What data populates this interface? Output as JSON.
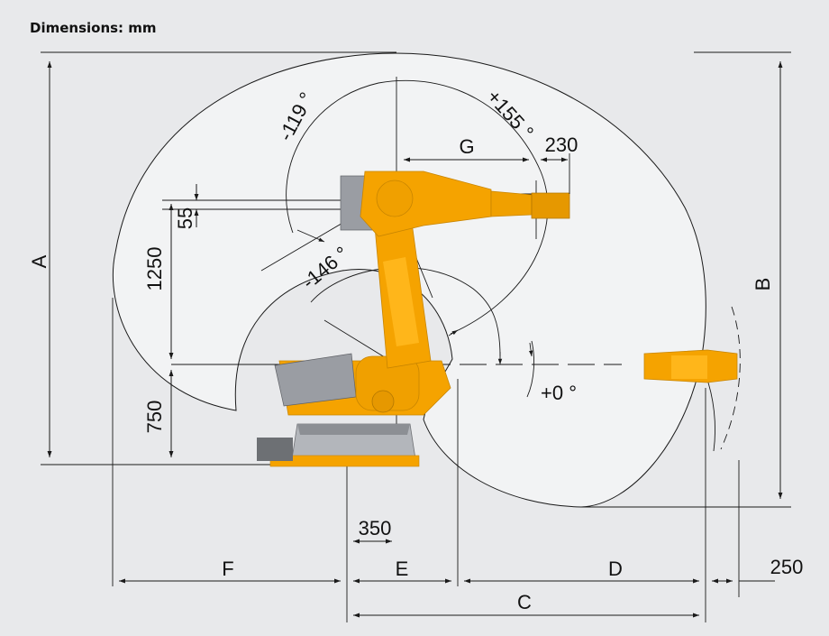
{
  "title": "Dimensions: mm",
  "angles": {
    "a1": "-119 °",
    "a2": "+155 °",
    "a3": "-146 °",
    "a4": "+0 °"
  },
  "dimensions": {
    "A": "A",
    "B": "B",
    "C": "C",
    "D": "D",
    "E": "E",
    "F": "F",
    "G": "G",
    "d230": "230",
    "d55": "55",
    "d1250": "1250",
    "d750": "750",
    "d350": "350",
    "d250": "250"
  },
  "colors": {
    "robot_orange": "#f5a300",
    "robot_orange_dark": "#d68a00",
    "robot_grey": "#9a9da3",
    "envelope_fill": "#f2f3f4",
    "background": "#e8e9eb"
  }
}
